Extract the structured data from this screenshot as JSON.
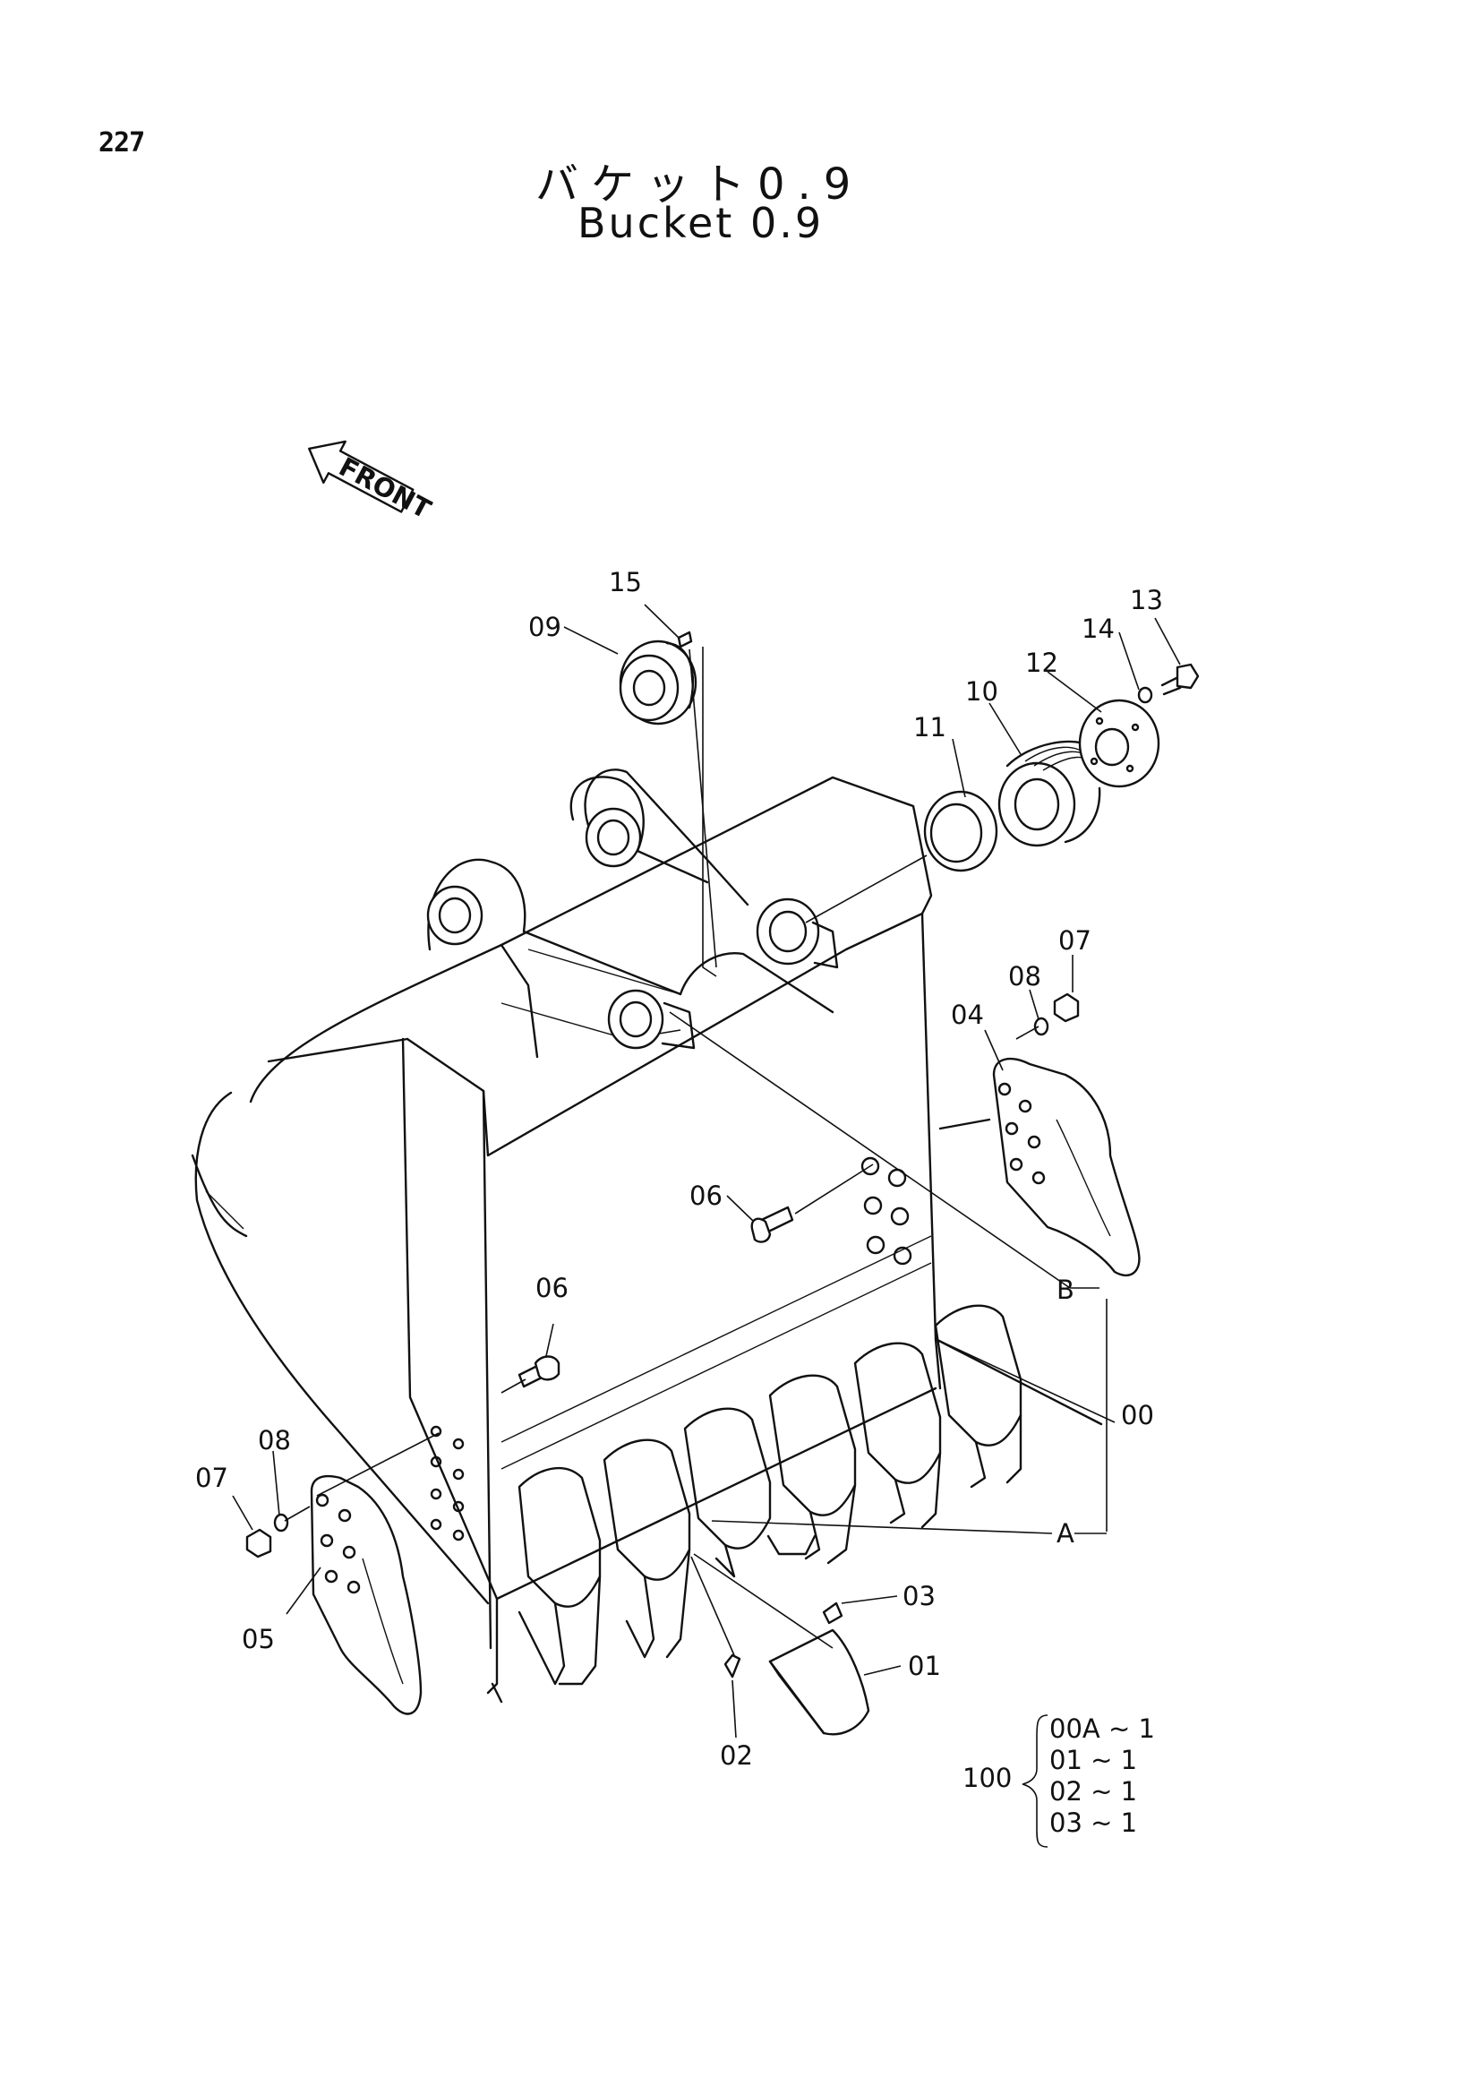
{
  "page_number": "227",
  "title_jp": "バケット0.9",
  "title_en": "Bucket 0.9",
  "front_label": "FRONT",
  "callouts": {
    "p15": "15",
    "p09": "09",
    "p13": "13",
    "p14": "14",
    "p12": "12",
    "p10": "10",
    "p11": "11",
    "p07_right": "07",
    "p08_right": "08",
    "p04": "04",
    "p06_mid": "06",
    "p06_left": "06",
    "pB": "B",
    "p00": "00",
    "p08_left": "08",
    "p07_left": "07",
    "pA": "A",
    "p05": "05",
    "p03": "03",
    "p01": "01",
    "p02": "02"
  },
  "kit": {
    "number": "100",
    "items": [
      "00A ~ 1",
      "01  ~ 1",
      "02  ~ 1",
      "03  ~ 1"
    ]
  }
}
